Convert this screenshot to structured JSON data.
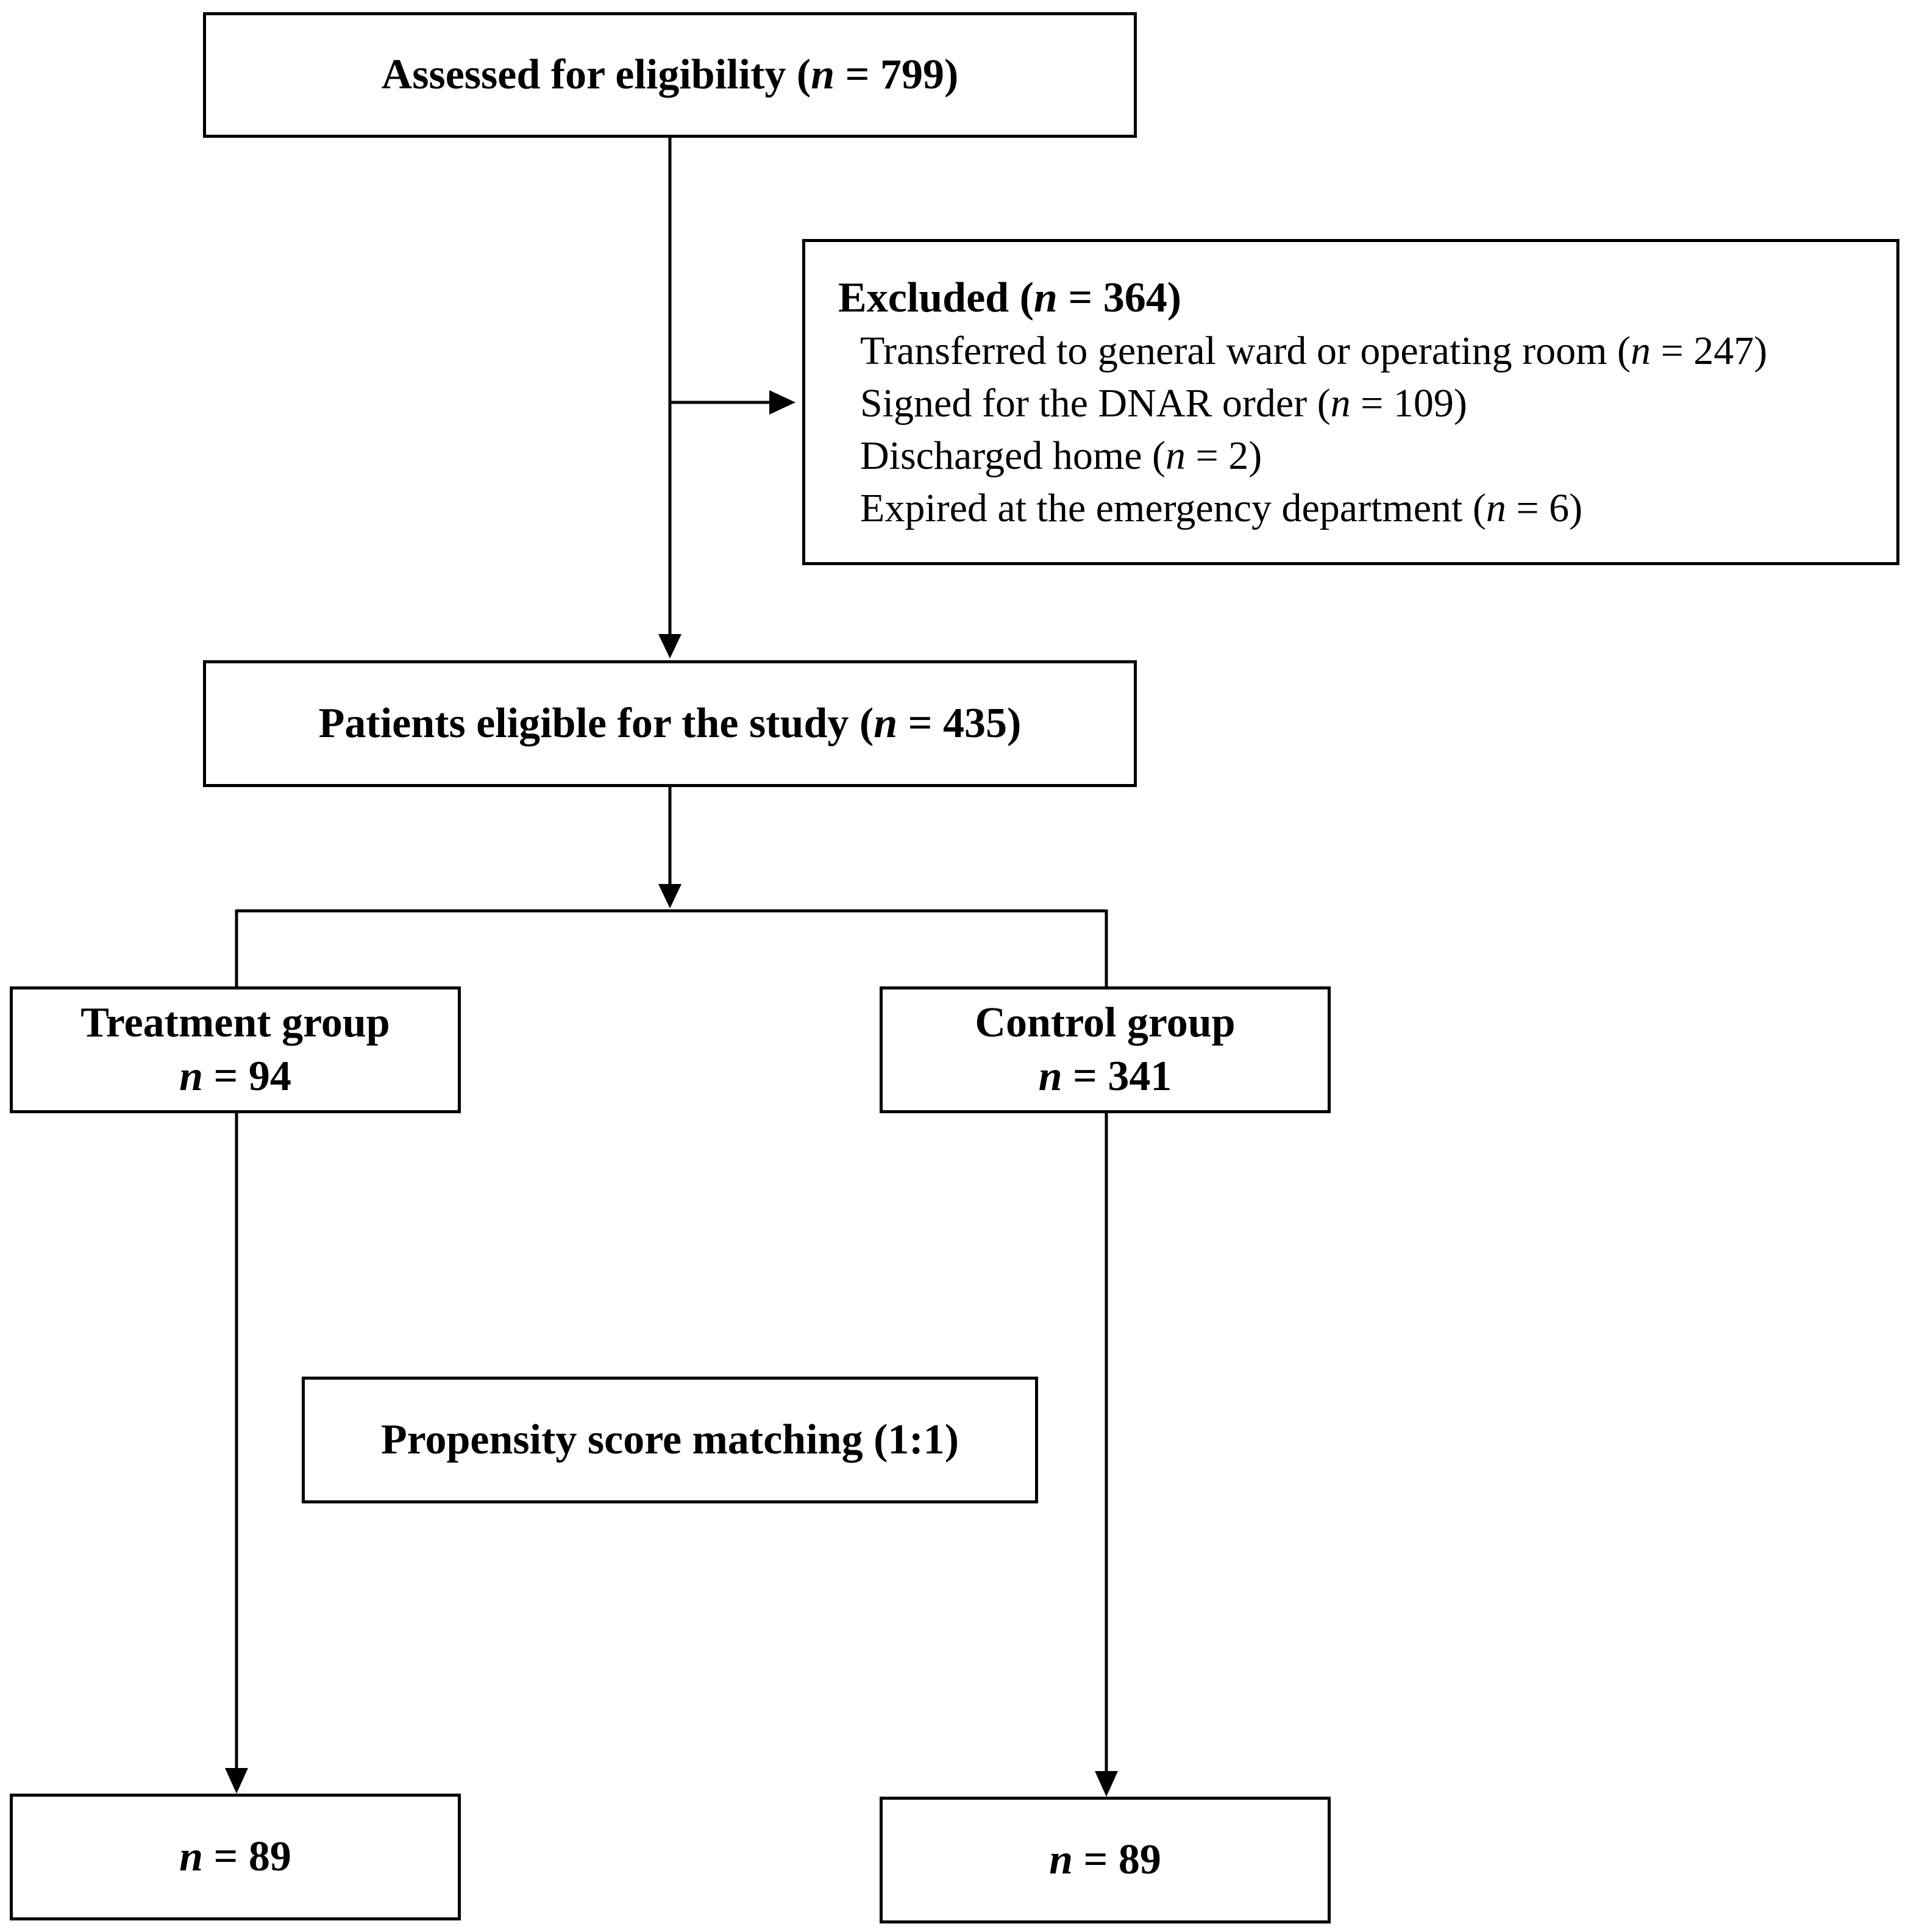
{
  "assessed": {
    "label": "Assessed for eligibility",
    "n_prefix": "n",
    "n_value": "= 799"
  },
  "excluded": {
    "label": "Excluded",
    "n_prefix": "n",
    "n_value": "= 364",
    "reasons": [
      {
        "text": "Transferred to general ward or operating room",
        "n_prefix": "n",
        "n_value": "= 247"
      },
      {
        "text": "Signed for the DNAR order",
        "n_prefix": "n",
        "n_value": "= 109"
      },
      {
        "text": "Discharged home",
        "n_prefix": "n",
        "n_value": "= 2"
      },
      {
        "text": "Expired at the emergency department",
        "n_prefix": "n",
        "n_value": "= 6"
      }
    ]
  },
  "eligible": {
    "label": "Patients eligible for the study",
    "n_prefix": "n",
    "n_value": "= 435"
  },
  "treatment": {
    "label": "Treatment group",
    "n_prefix": "n",
    "n_value": "= 94"
  },
  "control": {
    "label": "Control group",
    "n_prefix": "n",
    "n_value": "= 341"
  },
  "matching": {
    "label": "Propensity score matching (1:1)"
  },
  "treatment_matched": {
    "n_prefix": "n",
    "n_value": "= 89"
  },
  "control_matched": {
    "n_prefix": "n",
    "n_value": "= 89"
  }
}
